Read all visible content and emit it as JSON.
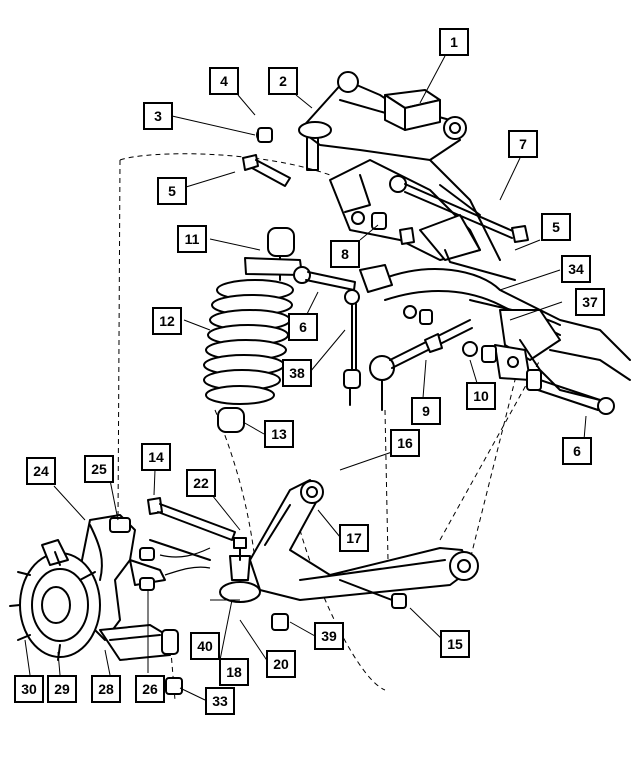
{
  "diagram": {
    "callouts": [
      {
        "label": "1"
      },
      {
        "label": "2"
      },
      {
        "label": "3"
      },
      {
        "label": "4"
      },
      {
        "label": "5"
      },
      {
        "label": "5"
      },
      {
        "label": "6"
      },
      {
        "label": "6"
      },
      {
        "label": "7"
      },
      {
        "label": "8"
      },
      {
        "label": "9"
      },
      {
        "label": "10"
      },
      {
        "label": "11"
      },
      {
        "label": "12"
      },
      {
        "label": "13"
      },
      {
        "label": "14"
      },
      {
        "label": "15"
      },
      {
        "label": "16"
      },
      {
        "label": "17"
      },
      {
        "label": "18"
      },
      {
        "label": "20"
      },
      {
        "label": "22"
      },
      {
        "label": "24"
      },
      {
        "label": "25"
      },
      {
        "label": "26"
      },
      {
        "label": "28"
      },
      {
        "label": "29"
      },
      {
        "label": "30"
      },
      {
        "label": "33"
      },
      {
        "label": "34"
      },
      {
        "label": "37"
      },
      {
        "label": "38"
      },
      {
        "label": "39"
      },
      {
        "label": "40"
      }
    ]
  }
}
